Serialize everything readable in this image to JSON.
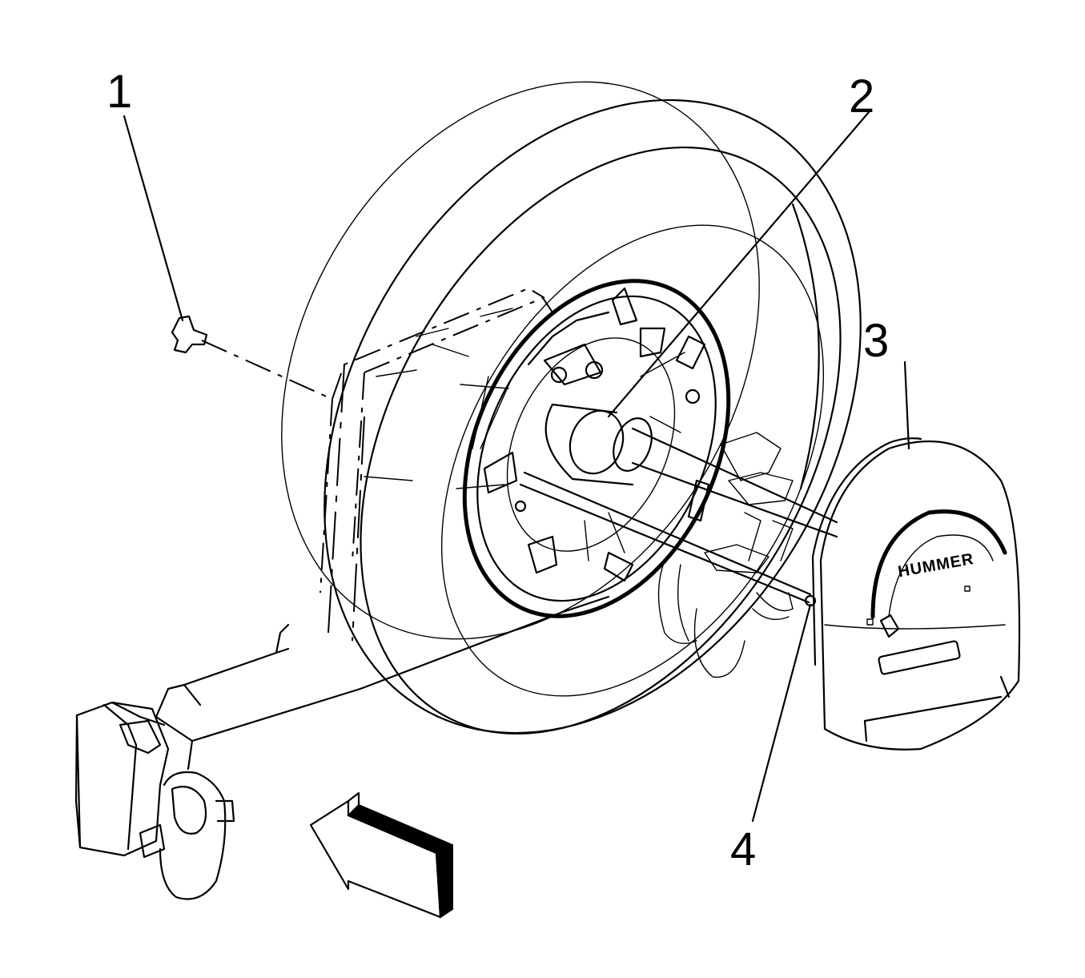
{
  "callouts": {
    "c1": "1",
    "c2": "2",
    "c3": "3",
    "c4": "4"
  },
  "cover_logo": "HUMMER",
  "colors": {
    "line": "#000000",
    "background": "#ffffff"
  }
}
